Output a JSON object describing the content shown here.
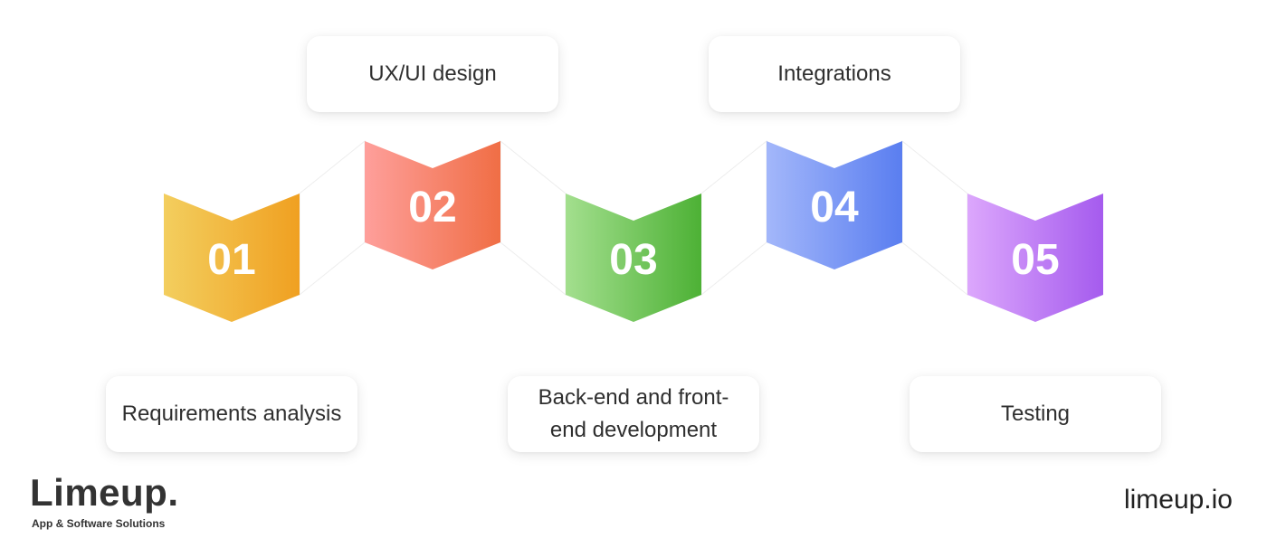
{
  "steps": [
    {
      "number": "01",
      "label": "Requirements analysis",
      "colors": [
        "#F3CE5E",
        "#F0A021"
      ]
    },
    {
      "number": "02",
      "label": "UX/UI design",
      "colors": [
        "#FE9F9B",
        "#F06E45"
      ]
    },
    {
      "number": "03",
      "label": "Back-end and front-end development",
      "colors": [
        "#A3DF8E",
        "#4DB135"
      ]
    },
    {
      "number": "04",
      "label": "Integrations",
      "colors": [
        "#A3B7FA",
        "#5A7EF0"
      ]
    },
    {
      "number": "05",
      "label": "Testing",
      "colors": [
        "#DCA7FC",
        "#A55BEE"
      ]
    }
  ],
  "brand": {
    "logo_text": "Limeup.",
    "tagline": "App & Software Solutions",
    "website": "limeup.io"
  }
}
